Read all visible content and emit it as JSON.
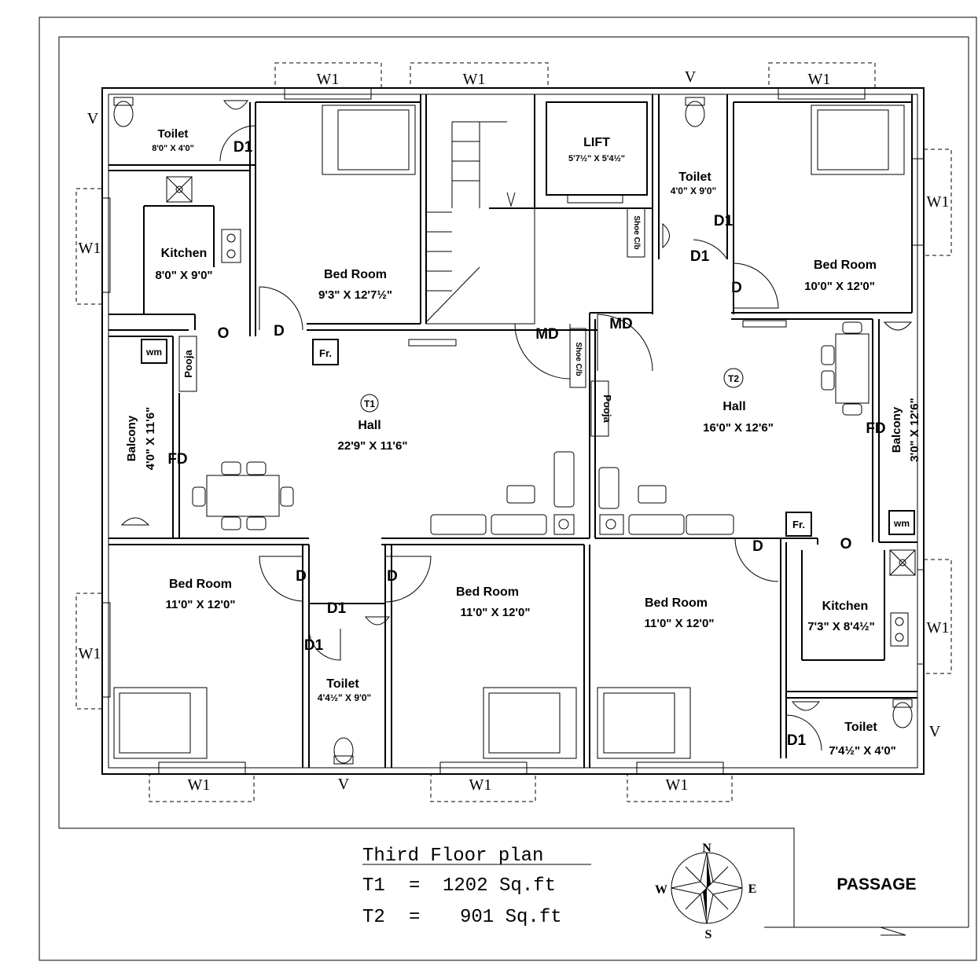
{
  "windows": {
    "w1": "W1",
    "v": "V"
  },
  "doors": {
    "d": "D",
    "d1": "D1",
    "md": "MD",
    "fd": "FD",
    "o": "O"
  },
  "fixtures": {
    "fridge": "Fr.",
    "washing_machine": "wm",
    "pooja": "Pooja",
    "shoe": "Shoe C/b",
    "lift": "LIFT",
    "lift_size": "5'7½\" X 5'4½\""
  },
  "rooms": {
    "toilet_nw": {
      "name": "Toilet",
      "size": "8'0\" X 4'0\""
    },
    "kitchen_t1": {
      "name": "Kitchen",
      "size": "8'0\" X 9'0\""
    },
    "bed_n1": {
      "name": "Bed Room",
      "size": "9'3\" X 12'7½\""
    },
    "toilet_n": {
      "name": "Toilet",
      "size": "4'0\" X 9'0\""
    },
    "bed_ne": {
      "name": "Bed Room",
      "size": "10'0\" X 12'0\""
    },
    "hall_t1": {
      "tag": "T1",
      "name": "Hall",
      "size": "22'9\" X 11'6\""
    },
    "hall_t2": {
      "tag": "T2",
      "name": "Hall",
      "size": "16'0\" X 12'6\""
    },
    "balcony_t1": {
      "name": "Balcony",
      "size": "4'0\" X 11'6\""
    },
    "balcony_t2": {
      "name": "Balcony",
      "size": "3'0\" X 12'6\""
    },
    "bed_sw": {
      "name": "Bed Room",
      "size": "11'0\" X 12'0\""
    },
    "toilet_s": {
      "name": "Toilet",
      "size": "4'4½\" X 9'0\""
    },
    "bed_s2": {
      "name": "Bed Room",
      "size": "11'0\" X 12'0\""
    },
    "bed_s3": {
      "name": "Bed Room",
      "size": "11'0\" X 12'0\""
    },
    "kitchen_t2": {
      "name": "Kitchen",
      "size": "7'3\" X 8'4½\""
    },
    "toilet_se": {
      "name": "Toilet",
      "size": "7'4½\" X 4'0\""
    }
  },
  "legend": {
    "title": "Third Floor plan",
    "t1_label": "T1",
    "eq": "=",
    "t1_value": "1202 Sq.ft",
    "t2_label": "T2",
    "t2_value": "901 Sq.ft"
  },
  "compass": {
    "n": "N",
    "s": "S",
    "e": "E",
    "w": "W"
  },
  "passage": "PASSAGE"
}
